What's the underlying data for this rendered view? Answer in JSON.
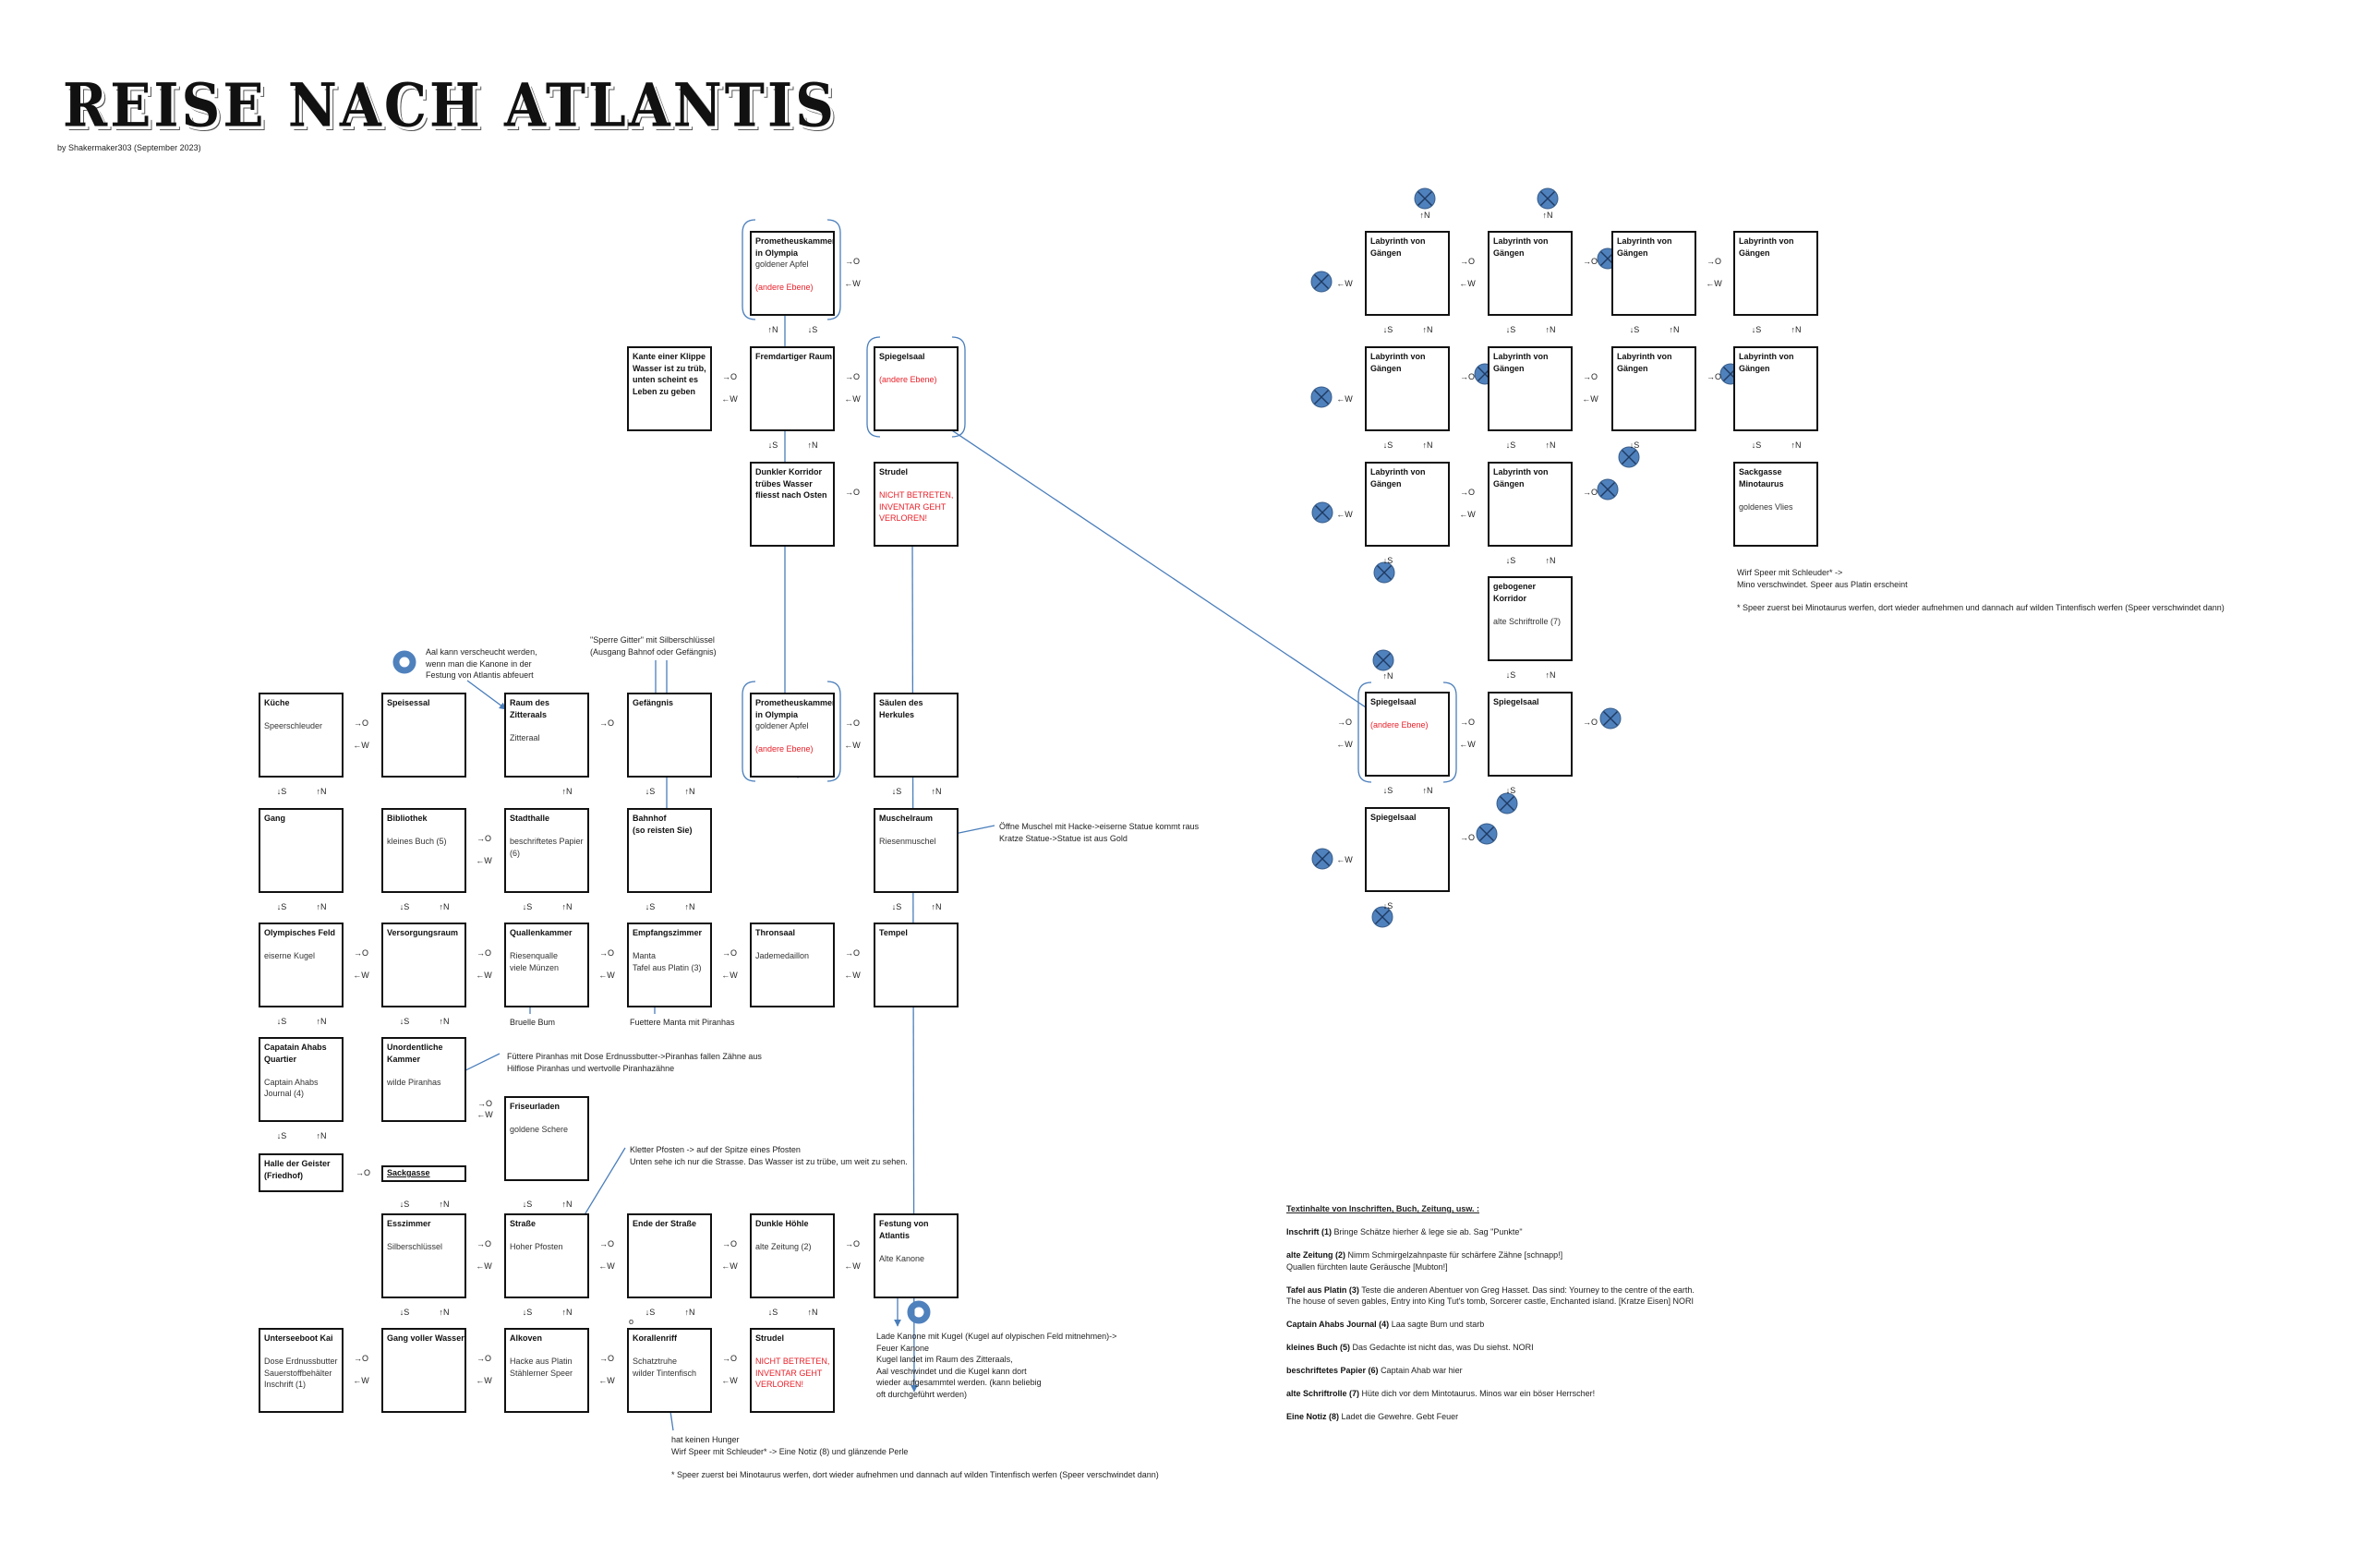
{
  "header": {
    "title": "REISE NACH ATLANTIS",
    "subtitle": "by Shakermaker303 (September 2023)"
  },
  "dir": {
    "east": "→O",
    "west": "←W",
    "south": "↓S",
    "north": "↑N"
  },
  "rooms": [
    {
      "title": "Prometheuskammer\nin Olympia",
      "lines": [
        "goldener Apfel"
      ],
      "warning": "(andere Ebene)"
    },
    {
      "title": "Kante einer Klippe\nWasser ist zu trüb,\nunten scheint es\nLeben zu geben",
      "lines": []
    },
    {
      "title": "Fremdartiger Raum",
      "lines": []
    },
    {
      "title": "Spiegelsaal",
      "lines": [],
      "warning": "(andere Ebene)"
    },
    {
      "title": "Dunkler Korridor\ntrübes Wasser\nfliesst nach Osten",
      "lines": []
    },
    {
      "title": "Strudel",
      "lines": [],
      "warning": "NICHT BETRETEN, INVENTAR GEHT VERLOREN!"
    },
    {
      "title": "Küche",
      "lines": [
        "Speerschleuder"
      ]
    },
    {
      "title": "Speisessal",
      "lines": []
    },
    {
      "title": "Raum des Zitteraals",
      "lines": [
        "Zitteraal"
      ]
    },
    {
      "title": "Gefängnis",
      "lines": []
    },
    {
      "title": "Prometheuskammer\nin Olympia",
      "lines": [
        "goldener Apfel"
      ],
      "warning": "(andere Ebene)"
    },
    {
      "title": "Säulen des Herkules",
      "lines": []
    },
    {
      "title": "Gang",
      "lines": []
    },
    {
      "title": "Bibliothek",
      "lines": [
        "kleines Buch (5)"
      ]
    },
    {
      "title": "Stadthalle",
      "lines": [
        "beschriftetes Papier (6)"
      ]
    },
    {
      "title": "Bahnhof\n(so reisten Sie)",
      "lines": []
    },
    {
      "title": "Muschelraum",
      "lines": [
        "Riesenmuschel"
      ]
    },
    {
      "title": "Olympisches Feld",
      "lines": [
        "eiserne Kugel"
      ]
    },
    {
      "title": "Versorgungsraum",
      "lines": []
    },
    {
      "title": "Quallenkammer",
      "lines": [
        "Riesenqualle",
        "viele Münzen"
      ]
    },
    {
      "title": "Empfangszimmer",
      "lines": [
        "Manta",
        "Tafel aus Platin (3)"
      ]
    },
    {
      "title": "Thronsaal",
      "lines": [
        "Jademedaillon"
      ]
    },
    {
      "title": "Tempel",
      "lines": []
    },
    {
      "title": "Capatain Ahabs\nQuartier",
      "lines": [
        "Captain Ahabs",
        " Journal (4)"
      ]
    },
    {
      "title": "Unordentliche\nKammer",
      "lines": [
        "wilde Piranhas"
      ]
    },
    {
      "title": "Friseurladen",
      "lines": [
        "goldene Schere"
      ]
    },
    {
      "title": "Halle der Geister\n(Friedhof)",
      "lines": []
    },
    {
      "title": "Sackgasse",
      "lines": []
    },
    {
      "title": "Esszimmer",
      "lines": [
        "Silberschlüssel"
      ]
    },
    {
      "title": "Straße",
      "lines": [
        "Hoher Pfosten"
      ]
    },
    {
      "title": "Ende der Straße",
      "lines": []
    },
    {
      "title": "Dunkle Höhle",
      "lines": [
        "alte Zeitung (2)"
      ]
    },
    {
      "title": "Festung von Atlantis",
      "lines": [
        "Alte Kanone"
      ]
    },
    {
      "title": "Unterseeboot Kai",
      "lines": [
        "Dose Erdnussbutter",
        "Sauerstoffbehälter",
        "Inschrift (1)"
      ]
    },
    {
      "title": "Gang voller Wasser",
      "lines": []
    },
    {
      "title": "Alkoven",
      "lines": [
        "Hacke aus Platin",
        "Stählerner Speer"
      ]
    },
    {
      "title": "Korallenriff",
      "lines": [
        "Schatztruhe",
        "wilder Tintenfisch"
      ]
    },
    {
      "title": "Strudel",
      "lines": [],
      "warning": "NICHT BETRETEN, INVENTAR GEHT VERLOREN!"
    },
    {
      "title": "Labyrinth von\nGängen",
      "lines": []
    },
    {
      "title": "Labyrinth von\nGängen",
      "lines": []
    },
    {
      "title": "Labyrinth von\nGängen",
      "lines": []
    },
    {
      "title": "Labyrinth von\nGängen",
      "lines": []
    },
    {
      "title": "Labyrinth von\nGängen",
      "lines": []
    },
    {
      "title": "Labyrinth von\nGängen",
      "lines": []
    },
    {
      "title": "Labyrinth von\nGängen",
      "lines": []
    },
    {
      "title": "Labyrinth von\nGängen",
      "lines": []
    },
    {
      "title": "Labyrinth von\nGängen",
      "lines": []
    },
    {
      "title": "Labyrinth von\nGängen",
      "lines": []
    },
    {
      "title": "Sackgasse\nMinotaurus",
      "lines": [
        "goldenes Vlies"
      ]
    },
    {
      "title": "gebogener Korridor",
      "lines": [
        "alte Schriftrolle (7)"
      ]
    },
    {
      "title": "Spiegelsaal",
      "lines": [],
      "warning": "(andere Ebene)"
    },
    {
      "title": "Spiegelsaal",
      "lines": []
    },
    {
      "title": "Spiegelsaal",
      "lines": []
    }
  ],
  "notes": {
    "aal": [
      "Aal kann verscheucht werden,",
      "wenn man die Kanone in der",
      "Festung von Atlantis abfeuert"
    ],
    "sperre": [
      "\"Sperre Gitter\" mit Silberschlüssel",
      "(Ausgang Bahnof oder Gefängnis)"
    ],
    "bruelle": [
      "Bruelle Bum"
    ],
    "manta": [
      "Fuettere Manta mit Piranhas"
    ],
    "piranhas": [
      "Füttere Piranhas mit Dose Erdnussbutter->Piranhas fallen Zähne aus",
      "Hilflose Piranhas und wertvolle Piranhazähne"
    ],
    "muschel": [
      "Öffne Muschel mit Hacke->eiserne Statue kommt raus",
      "Kratze Statue->Statue ist aus Gold"
    ],
    "kletter": [
      "Kletter Pfosten -> auf der Spitze eines Pfosten",
      "Unten sehe ich nur die Strasse. Das Wasser ist zu trübe, um weit zu sehen."
    ],
    "kanone": [
      "Lade Kanone mit Kugel (Kugel auf olypischen Feld mitnehmen)->",
      "Feuer Kanone",
      "Kugel landet im Raum des Zitteraals,",
      "Aal veschwindet und die Kugel kann dort",
      "wieder aufgesammtel werden. (kann beliebig",
      "oft durchgeführt werden)"
    ],
    "tintenfisch": [
      "hat keinen Hunger",
      "Wirf Speer mit Schleuder* -> Eine Notiz (8) und glänzende Perle",
      "",
      "* Speer zuerst bei Minotaurus werfen, dort wieder aufnehmen und dannach auf wilden Tintenfisch werfen (Speer verschwindet dann)"
    ],
    "minotaurus": [
      "Wirf Speer mit Schleuder* ->",
      "Mino verschwindet. Speer aus Platin erscheint",
      "",
      "* Speer zuerst bei Minotaurus werfen, dort wieder aufnehmen und dannach auf wilden Tintenfisch werfen (Speer verschwindet dann)"
    ],
    "koralle_mark": "o"
  },
  "legend": {
    "heading": "Textinhalte von Inschriften, Buch, Zeitung, usw. :",
    "entries": [
      {
        "label": "Inschrift (1)",
        "text": [
          "Bringe Schätze hierher & lege sie ab. Sag \"Punkte\""
        ]
      },
      {
        "label": "alte Zeitung (2)",
        "text": [
          "Nimm Schmirgelzahnpaste für schärfere Zähne [schnapp!]",
          "Quallen fürchten laute Geräusche [Mubton!]"
        ]
      },
      {
        "label": "Tafel aus Platin (3)",
        "text": [
          "Teste die anderen Abentuer von Greg Hasset. Das sind: Yourney to the centre of the earth.",
          "The house of seven gables, Entry into King Tut's tomb, Sorcerer castle, Enchanted  island. [Kratze Eisen] NORI"
        ]
      },
      {
        "label": "Captain Ahabs Journal (4)",
        "text": [
          "Laa sagte Bum und starb"
        ]
      },
      {
        "label": "kleines Buch (5)",
        "text": [
          "Das Gedachte ist nicht das, was Du siehst. NORI"
        ]
      },
      {
        "label": "beschriftetes Papier (6)",
        "text": [
          "Captain Ahab war hier"
        ]
      },
      {
        "label": "alte Schriftrolle (7)",
        "text": [
          "Hüte dich vor dem Mintotaurus. Minos war ein böser Herrscher!"
        ]
      },
      {
        "label": "Eine Notiz (8)",
        "text": [
          "Ladet die Gewehre. Gebt Feuer"
        ]
      }
    ]
  },
  "colors": {
    "shape_blue": "#4f81bd",
    "shape_dark": "#385d8a",
    "line_blue": "#4a7ebb",
    "warning_red": "#e8212a"
  }
}
